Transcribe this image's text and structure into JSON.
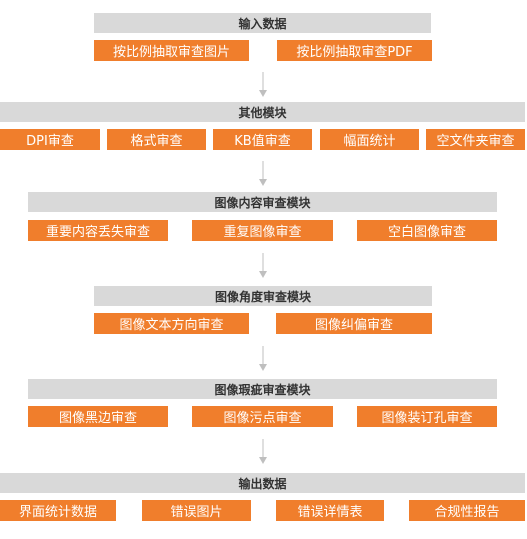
{
  "sections": [
    {
      "title": "输入数据",
      "items": [
        "按比例抽取审查图片",
        "按比例抽取审查PDF"
      ]
    },
    {
      "title": "其他模块",
      "items": [
        "DPI审查",
        "格式审查",
        "KB值审查",
        "幅面统计",
        "空文件夹审查"
      ]
    },
    {
      "title": "图像内容审查模块",
      "items": [
        "重要内容丢失审查",
        "重复图像审查",
        "空白图像审查"
      ]
    },
    {
      "title": "图像角度审查模块",
      "items": [
        "图像文本方向审查",
        "图像纠偏审查"
      ]
    },
    {
      "title": "图像瑕疵审查模块",
      "items": [
        "图像黑边审查",
        "图像污点审查",
        "图像装订孔审查"
      ]
    },
    {
      "title": "输出数据",
      "items": [
        "界面统计数据",
        "错误图片",
        "错误详情表",
        "合规性报告"
      ]
    }
  ],
  "colors": {
    "box": "#f07e2c",
    "header": "#d9d9d9",
    "arrow": "#bfbfbf"
  }
}
